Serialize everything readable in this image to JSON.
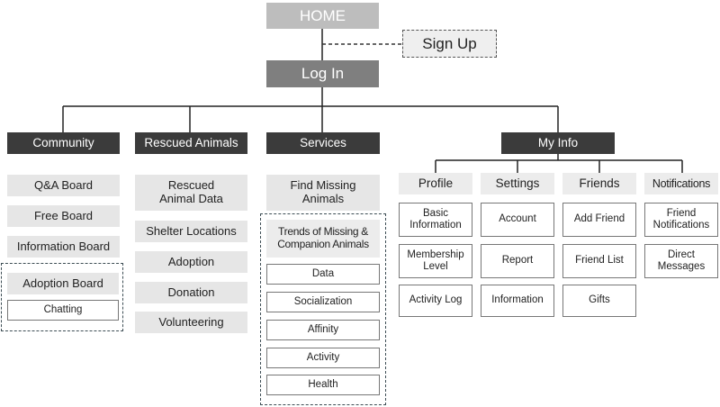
{
  "home": "HOME",
  "signup": "Sign Up",
  "login": "Log In",
  "community": {
    "title": "Community",
    "items": [
      "Q&A Board",
      "Free Board",
      "Information Board"
    ],
    "adoption_group": {
      "label": "Adoption Board",
      "child": "Chatting"
    }
  },
  "rescued": {
    "title": "Rescued Animals",
    "items": [
      "Rescued\nAnimal Data",
      "Shelter Locations",
      "Adoption",
      "Donation",
      "Volunteering"
    ]
  },
  "services": {
    "title": "Services",
    "find": "Find Missing\nAnimals",
    "trends": {
      "label": "Trends of Missing &\nCompanion Animals",
      "children": [
        "Data",
        "Socialization",
        "Affinity",
        "Activity",
        "Health"
      ]
    }
  },
  "myinfo": {
    "title": "My Info",
    "columns": [
      {
        "title": "Profile",
        "items": [
          "Basic\nInformation",
          "Membership\nLevel",
          "Activity Log"
        ]
      },
      {
        "title": "Settings",
        "items": [
          "Account",
          "Report",
          "Information"
        ]
      },
      {
        "title": "Friends",
        "items": [
          "Add Friend",
          "Friend List",
          "Gifts"
        ]
      },
      {
        "title": "Notifications",
        "items": [
          "Friend\nNotifications",
          "Direct\nMessages"
        ]
      }
    ]
  }
}
